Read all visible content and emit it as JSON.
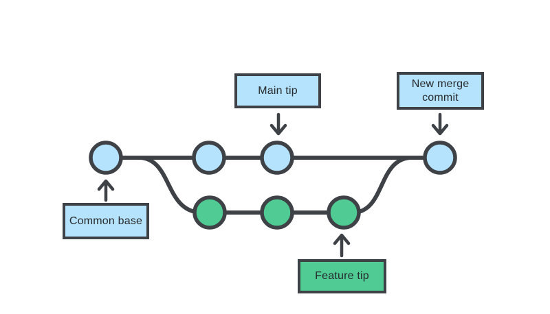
{
  "labels": {
    "main_tip": "Main tip",
    "new_merge_commit": "New merge commit",
    "common_base": "Common base",
    "feature_tip": "Feature tip"
  },
  "colors": {
    "main_commit_fill": "#b5e2fc",
    "feature_commit_fill": "#4fcb93",
    "line_stroke": "#3e4246",
    "box_border": "#3e4246",
    "text": "#26292d",
    "background": "#ffffff"
  },
  "icons": {
    "down_arrow": "↓",
    "up_arrow": "↑"
  },
  "diagram": {
    "kind": "git-branch-merge",
    "main_branch_commit_count": 4,
    "feature_branch_commit_count": 3
  }
}
